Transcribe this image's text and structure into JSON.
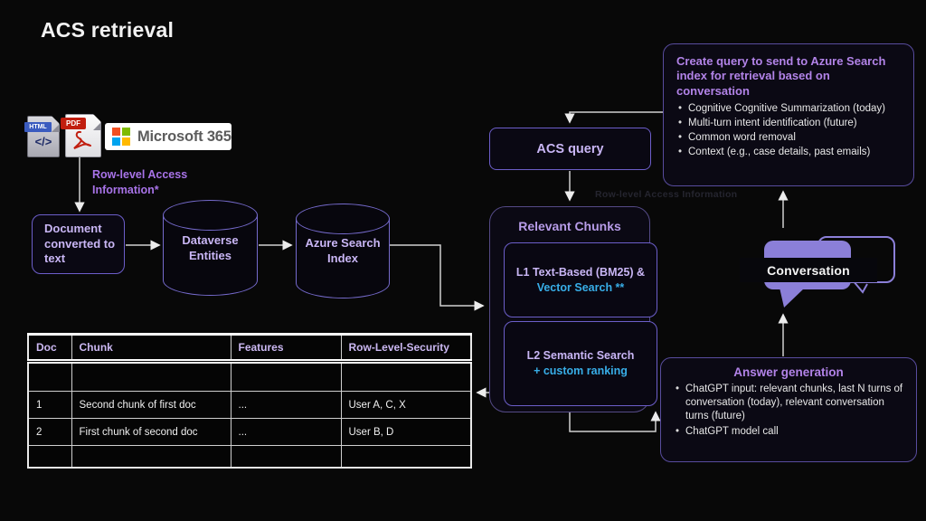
{
  "slide": {
    "title": "ACS retrieval"
  },
  "colors": {
    "accent_purple": "#6c5ec9",
    "bubble_purple": "#8b7fd8",
    "cyan": "#38aee8",
    "background": "#080808"
  },
  "source_icons": {
    "html_banner": "HTML",
    "html_code": "</>",
    "pdf_label": "PDF",
    "m365_label": "Microsoft 365"
  },
  "annotations": {
    "row_level_access": "Row-level Access\nInformation*",
    "ghost_row_level": "Row-level Access Information"
  },
  "nodes": {
    "document_converted": "Document converted to text",
    "dataverse": "Dataverse Entities",
    "azure_search_index": "Azure Search Index",
    "acs_query": "ACS query",
    "relevant_chunks_title": "Relevant Chunks",
    "l1_text": "L1 Text-Based (BM25) & ",
    "l1_highlight": "Vector Search **",
    "l2_text": "L2 Semantic Search",
    "l2_highlight": "+ custom ranking",
    "conversation_label": "Conversation"
  },
  "create_query": {
    "title": "Create query to send to Azure Search index for retrieval based on conversation",
    "bullets": [
      "Cognitive Cognitive Summarization (today)",
      "Multi-turn intent identification (future)",
      "Common word removal",
      "Context (e.g., case details, past emails)"
    ]
  },
  "answer_generation": {
    "title": "Answer generation",
    "bullets": [
      "ChatGPT input: relevant chunks, last N turns of conversation (today), relevant conversation turns (future)",
      "ChatGPT model call"
    ]
  },
  "table": {
    "headers": [
      "Doc",
      "Chunk",
      "Features",
      "Row-Level-Security"
    ],
    "rows": [
      [
        "",
        "",
        "",
        ""
      ],
      [
        "1",
        "Second chunk of first doc",
        "...",
        "User A, C, X"
      ],
      [
        "2",
        "First chunk of second doc",
        "...",
        "User B, D"
      ],
      [
        "",
        "",
        "",
        ""
      ]
    ]
  }
}
